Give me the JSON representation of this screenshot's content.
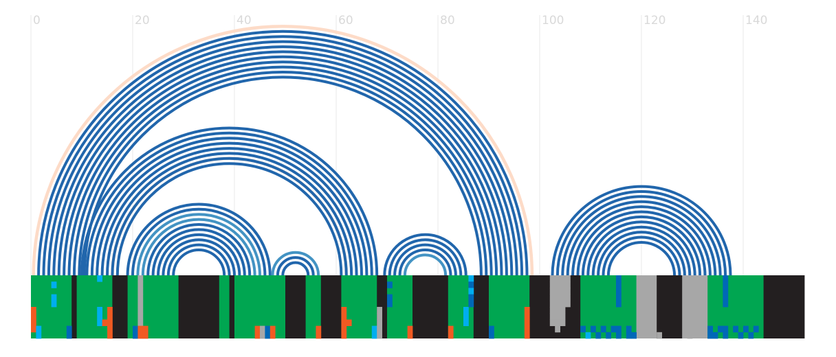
{
  "diagram": {
    "type": "arc-diagram",
    "x_axis": {
      "ticks": [
        "0",
        "20",
        "40",
        "60",
        "80",
        "100",
        "120",
        "140"
      ],
      "range": [
        0,
        150
      ]
    },
    "colors": {
      "arc_primary": "#2166ac",
      "arc_light": "#4393c3",
      "arc_highlight": "#fddbc7",
      "track_green": "#00a651",
      "track_black": "#231f20",
      "track_gray": "#a7a7a7",
      "track_orange": "#f15a22",
      "track_cyan": "#00aeef",
      "track_blue": "#0068b7"
    },
    "arc_groups": [
      {
        "center": 49.5,
        "radii": [
          48,
          47,
          46,
          45,
          44,
          43,
          42,
          41,
          40,
          39
        ],
        "highlight_radius": 49
      },
      {
        "center": 39.0,
        "radii": [
          29,
          28,
          27,
          26,
          25,
          24,
          23,
          22
        ],
        "highlight_radius": 23
      },
      {
        "center": 33.0,
        "radii": [
          14,
          13,
          12,
          11,
          10,
          9,
          8,
          7,
          6,
          5
        ],
        "light_indices": [
          2,
          3
        ]
      },
      {
        "center": 52.0,
        "radii": [
          4.5,
          3.5,
          2.5
        ],
        "light_indices": [
          0
        ]
      },
      {
        "center": 77.5,
        "radii": [
          8,
          7,
          6,
          5,
          4
        ],
        "light_indices": [
          4
        ]
      },
      {
        "center": 120.0,
        "radii": [
          17.5,
          16.5,
          15.5,
          14.5,
          13.5,
          12.5,
          11.5,
          10.5,
          9.5,
          8.5,
          7.5,
          6.5
        ]
      }
    ],
    "track": [
      {
        "start": 0,
        "end": 8,
        "color": "green"
      },
      {
        "start": 8,
        "end": 9,
        "color": "black"
      },
      {
        "start": 9,
        "end": 16,
        "color": "green"
      },
      {
        "start": 16,
        "end": 19,
        "color": "black"
      },
      {
        "start": 19,
        "end": 29,
        "color": "green"
      },
      {
        "start": 29,
        "end": 37,
        "color": "black"
      },
      {
        "start": 37,
        "end": 39,
        "color": "green"
      },
      {
        "start": 39,
        "end": 40,
        "color": "black"
      },
      {
        "start": 40,
        "end": 50,
        "color": "green"
      },
      {
        "start": 50,
        "end": 54,
        "color": "black"
      },
      {
        "start": 54,
        "end": 57,
        "color": "green"
      },
      {
        "start": 57,
        "end": 61,
        "color": "black"
      },
      {
        "start": 61,
        "end": 68,
        "color": "green"
      },
      {
        "start": 68,
        "end": 70,
        "color": "black"
      },
      {
        "start": 70,
        "end": 75,
        "color": "green"
      },
      {
        "start": 75,
        "end": 82,
        "color": "black"
      },
      {
        "start": 82,
        "end": 87,
        "color": "green"
      },
      {
        "start": 87,
        "end": 90,
        "color": "black"
      },
      {
        "start": 90,
        "end": 98,
        "color": "green"
      },
      {
        "start": 98,
        "end": 108,
        "color": "black"
      },
      {
        "start": 108,
        "end": 119,
        "color": "green"
      },
      {
        "start": 119,
        "end": 123,
        "color": "gray"
      },
      {
        "start": 123,
        "end": 128,
        "color": "black"
      },
      {
        "start": 128,
        "end": 133,
        "color": "gray"
      },
      {
        "start": 133,
        "end": 144,
        "color": "green"
      },
      {
        "start": 144,
        "end": 152,
        "color": "black"
      }
    ],
    "track_marks": [
      {
        "start": 4,
        "end": 5,
        "row": 1,
        "color": "cyan"
      },
      {
        "start": 4,
        "end": 5,
        "row": 3,
        "color": "cyan"
      },
      {
        "start": 4,
        "end": 5,
        "row": 4,
        "color": "cyan"
      },
      {
        "start": 0,
        "end": 1,
        "row": 5,
        "color": "orange"
      },
      {
        "start": 0,
        "end": 1,
        "row": 6,
        "color": "orange"
      },
      {
        "start": 0,
        "end": 1,
        "row": 7,
        "color": "orange"
      },
      {
        "start": 0,
        "end": 1,
        "row": 8,
        "color": "orange"
      },
      {
        "start": 1,
        "end": 2,
        "row": 8,
        "color": "cyan"
      },
      {
        "start": 1,
        "end": 2,
        "row": 9,
        "color": "cyan"
      },
      {
        "start": 7,
        "end": 8,
        "row": 8,
        "color": "blue"
      },
      {
        "start": 7,
        "end": 8,
        "row": 9,
        "color": "blue"
      },
      {
        "start": 13,
        "end": 14,
        "row": 0,
        "color": "cyan"
      },
      {
        "start": 13,
        "end": 14,
        "row": 5,
        "color": "cyan"
      },
      {
        "start": 13,
        "end": 14,
        "row": 6,
        "color": "cyan"
      },
      {
        "start": 13,
        "end": 14,
        "row": 7,
        "color": "cyan"
      },
      {
        "start": 14,
        "end": 15,
        "row": 7,
        "color": "orange"
      },
      {
        "start": 15,
        "end": 16,
        "row": 5,
        "color": "orange"
      },
      {
        "start": 15,
        "end": 16,
        "row": 6,
        "color": "orange"
      },
      {
        "start": 15,
        "end": 16,
        "row": 7,
        "color": "orange"
      },
      {
        "start": 15,
        "end": 16,
        "row": 8,
        "color": "orange"
      },
      {
        "start": 15,
        "end": 16,
        "row": 9,
        "color": "orange"
      },
      {
        "start": 21,
        "end": 22,
        "row": 0,
        "color": "gray"
      },
      {
        "start": 21,
        "end": 22,
        "row": 1,
        "color": "gray"
      },
      {
        "start": 21,
        "end": 22,
        "row": 2,
        "color": "gray"
      },
      {
        "start": 21,
        "end": 22,
        "row": 3,
        "color": "gray"
      },
      {
        "start": 21,
        "end": 22,
        "row": 4,
        "color": "gray"
      },
      {
        "start": 21,
        "end": 22,
        "row": 5,
        "color": "gray"
      },
      {
        "start": 21,
        "end": 22,
        "row": 6,
        "color": "gray"
      },
      {
        "start": 21,
        "end": 22,
        "row": 7,
        "color": "gray"
      },
      {
        "start": 20,
        "end": 21,
        "row": 8,
        "color": "blue"
      },
      {
        "start": 20,
        "end": 21,
        "row": 9,
        "color": "blue"
      },
      {
        "start": 21,
        "end": 22,
        "row": 8,
        "color": "orange"
      },
      {
        "start": 21,
        "end": 22,
        "row": 9,
        "color": "orange"
      },
      {
        "start": 22,
        "end": 23,
        "row": 8,
        "color": "orange"
      },
      {
        "start": 22,
        "end": 23,
        "row": 9,
        "color": "orange"
      },
      {
        "start": 44,
        "end": 45,
        "row": 8,
        "color": "orange"
      },
      {
        "start": 44,
        "end": 45,
        "row": 9,
        "color": "orange"
      },
      {
        "start": 45,
        "end": 46,
        "row": 8,
        "color": "gray"
      },
      {
        "start": 45,
        "end": 46,
        "row": 9,
        "color": "gray"
      },
      {
        "start": 46,
        "end": 47,
        "row": 8,
        "color": "blue"
      },
      {
        "start": 46,
        "end": 47,
        "row": 9,
        "color": "blue"
      },
      {
        "start": 47,
        "end": 48,
        "row": 8,
        "color": "orange"
      },
      {
        "start": 47,
        "end": 48,
        "row": 9,
        "color": "orange"
      },
      {
        "start": 56,
        "end": 57,
        "row": 8,
        "color": "orange"
      },
      {
        "start": 56,
        "end": 57,
        "row": 9,
        "color": "orange"
      },
      {
        "start": 61,
        "end": 62,
        "row": 5,
        "color": "orange"
      },
      {
        "start": 61,
        "end": 62,
        "row": 6,
        "color": "orange"
      },
      {
        "start": 61,
        "end": 62,
        "row": 7,
        "color": "orange"
      },
      {
        "start": 62,
        "end": 63,
        "row": 7,
        "color": "orange"
      },
      {
        "start": 61,
        "end": 62,
        "row": 8,
        "color": "orange"
      },
      {
        "start": 61,
        "end": 62,
        "row": 9,
        "color": "orange"
      },
      {
        "start": 67,
        "end": 68,
        "row": 8,
        "color": "cyan"
      },
      {
        "start": 67,
        "end": 68,
        "row": 9,
        "color": "cyan"
      },
      {
        "start": 68,
        "end": 69,
        "row": 5,
        "color": "gray"
      },
      {
        "start": 68,
        "end": 69,
        "row": 6,
        "color": "gray"
      },
      {
        "start": 68,
        "end": 69,
        "row": 7,
        "color": "gray"
      },
      {
        "start": 68,
        "end": 69,
        "row": 8,
        "color": "gray"
      },
      {
        "start": 68,
        "end": 69,
        "row": 9,
        "color": "gray"
      },
      {
        "start": 70,
        "end": 71,
        "row": 1,
        "color": "blue"
      },
      {
        "start": 70,
        "end": 71,
        "row": 3,
        "color": "blue"
      },
      {
        "start": 70,
        "end": 71,
        "row": 4,
        "color": "blue"
      },
      {
        "start": 74,
        "end": 75,
        "row": 8,
        "color": "orange"
      },
      {
        "start": 74,
        "end": 75,
        "row": 9,
        "color": "orange"
      },
      {
        "start": 82,
        "end": 83,
        "row": 8,
        "color": "orange"
      },
      {
        "start": 82,
        "end": 83,
        "row": 9,
        "color": "orange"
      },
      {
        "start": 85,
        "end": 86,
        "row": 5,
        "color": "cyan"
      },
      {
        "start": 85,
        "end": 86,
        "row": 6,
        "color": "cyan"
      },
      {
        "start": 85,
        "end": 86,
        "row": 7,
        "color": "cyan"
      },
      {
        "start": 86,
        "end": 87,
        "row": 0,
        "color": "cyan"
      },
      {
        "start": 86,
        "end": 87,
        "row": 1,
        "color": "blue"
      },
      {
        "start": 86,
        "end": 87,
        "row": 2,
        "color": "cyan"
      },
      {
        "start": 86,
        "end": 87,
        "row": 3,
        "color": "blue"
      },
      {
        "start": 86,
        "end": 87,
        "row": 4,
        "color": "blue"
      },
      {
        "start": 90,
        "end": 91,
        "row": 8,
        "color": "blue"
      },
      {
        "start": 90,
        "end": 91,
        "row": 9,
        "color": "blue"
      },
      {
        "start": 97,
        "end": 98,
        "row": 5,
        "color": "orange"
      },
      {
        "start": 97,
        "end": 98,
        "row": 6,
        "color": "orange"
      },
      {
        "start": 97,
        "end": 98,
        "row": 7,
        "color": "orange"
      },
      {
        "start": 97,
        "end": 98,
        "row": 8,
        "color": "orange"
      },
      {
        "start": 97,
        "end": 98,
        "row": 9,
        "color": "orange"
      },
      {
        "start": 102,
        "end": 106,
        "row": 0,
        "color": "gray"
      },
      {
        "start": 102,
        "end": 106,
        "row": 1,
        "color": "gray"
      },
      {
        "start": 102,
        "end": 106,
        "row": 2,
        "color": "gray"
      },
      {
        "start": 102,
        "end": 106,
        "row": 3,
        "color": "gray"
      },
      {
        "start": 102,
        "end": 106,
        "row": 4,
        "color": "gray"
      },
      {
        "start": 102,
        "end": 105,
        "row": 5,
        "color": "gray"
      },
      {
        "start": 102,
        "end": 105,
        "row": 6,
        "color": "gray"
      },
      {
        "start": 102,
        "end": 105,
        "row": 7,
        "color": "gray"
      },
      {
        "start": 103,
        "end": 104,
        "row": 8,
        "color": "gray"
      },
      {
        "start": 115,
        "end": 116,
        "row": 0,
        "color": "blue"
      },
      {
        "start": 115,
        "end": 116,
        "row": 1,
        "color": "blue"
      },
      {
        "start": 115,
        "end": 116,
        "row": 2,
        "color": "blue"
      },
      {
        "start": 115,
        "end": 116,
        "row": 3,
        "color": "blue"
      },
      {
        "start": 115,
        "end": 116,
        "row": 4,
        "color": "blue"
      },
      {
        "start": 108,
        "end": 109,
        "row": 8,
        "color": "blue"
      },
      {
        "start": 109,
        "end": 110,
        "row": 9,
        "color": "cyan"
      },
      {
        "start": 110,
        "end": 111,
        "row": 8,
        "color": "blue"
      },
      {
        "start": 111,
        "end": 112,
        "row": 9,
        "color": "blue"
      },
      {
        "start": 112,
        "end": 113,
        "row": 8,
        "color": "blue"
      },
      {
        "start": 113,
        "end": 114,
        "row": 9,
        "color": "blue"
      },
      {
        "start": 114,
        "end": 115,
        "row": 8,
        "color": "blue"
      },
      {
        "start": 115,
        "end": 116,
        "row": 8,
        "color": "blue"
      },
      {
        "start": 115,
        "end": 116,
        "row": 9,
        "color": "blue"
      },
      {
        "start": 117,
        "end": 118,
        "row": 8,
        "color": "blue"
      },
      {
        "start": 117,
        "end": 118,
        "row": 9,
        "color": "blue"
      },
      {
        "start": 118,
        "end": 119,
        "row": 9,
        "color": "blue"
      },
      {
        "start": 123,
        "end": 124,
        "row": 9,
        "color": "gray"
      },
      {
        "start": 129,
        "end": 130,
        "row": 9,
        "color": "gray"
      },
      {
        "start": 136,
        "end": 137,
        "row": 0,
        "color": "blue"
      },
      {
        "start": 136,
        "end": 137,
        "row": 1,
        "color": "blue"
      },
      {
        "start": 136,
        "end": 137,
        "row": 2,
        "color": "blue"
      },
      {
        "start": 136,
        "end": 137,
        "row": 3,
        "color": "blue"
      },
      {
        "start": 136,
        "end": 137,
        "row": 4,
        "color": "blue"
      },
      {
        "start": 133,
        "end": 134,
        "row": 8,
        "color": "blue"
      },
      {
        "start": 133,
        "end": 135,
        "row": 9,
        "color": "blue"
      },
      {
        "start": 135,
        "end": 136,
        "row": 8,
        "color": "blue"
      },
      {
        "start": 136,
        "end": 137,
        "row": 8,
        "color": "blue"
      },
      {
        "start": 136,
        "end": 137,
        "row": 9,
        "color": "blue"
      },
      {
        "start": 138,
        "end": 139,
        "row": 8,
        "color": "blue"
      },
      {
        "start": 139,
        "end": 140,
        "row": 9,
        "color": "blue"
      },
      {
        "start": 140,
        "end": 141,
        "row": 8,
        "color": "blue"
      },
      {
        "start": 141,
        "end": 142,
        "row": 9,
        "color": "blue"
      },
      {
        "start": 142,
        "end": 143,
        "row": 8,
        "color": "blue"
      }
    ]
  }
}
